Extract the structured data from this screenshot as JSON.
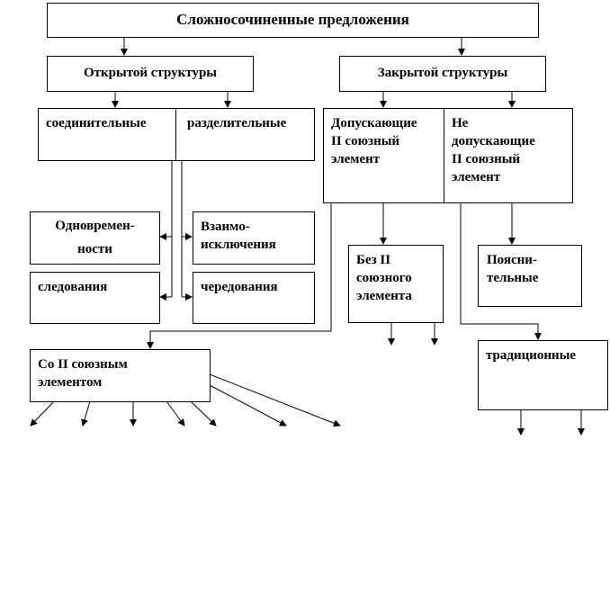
{
  "title": "Сложносочиненные  предложения",
  "open": {
    "label": "Открытой структуры",
    "connective": "соединительные",
    "disjunctive": "разделительные",
    "simultaneity": [
      "Одновремен-",
      "ности"
    ],
    "sequence": "следования",
    "mutual_exclusion": [
      "Взаимо-",
      "исключения"
    ],
    "alternation": "чередования"
  },
  "closed": {
    "label": "Закрытой структуры",
    "allowing": [
      "Допускающие",
      "II союзный",
      "элемент"
    ],
    "not_allowing": [
      "Не",
      "допускающие",
      "II союзный",
      "элемент"
    ],
    "without_second": [
      "Без II",
      "союзного",
      "элемента"
    ],
    "explanatory": [
      "Поясни-",
      "тельные"
    ],
    "traditional": "традиционные"
  },
  "with_second": [
    "Со II союзным",
    "элементом"
  ]
}
